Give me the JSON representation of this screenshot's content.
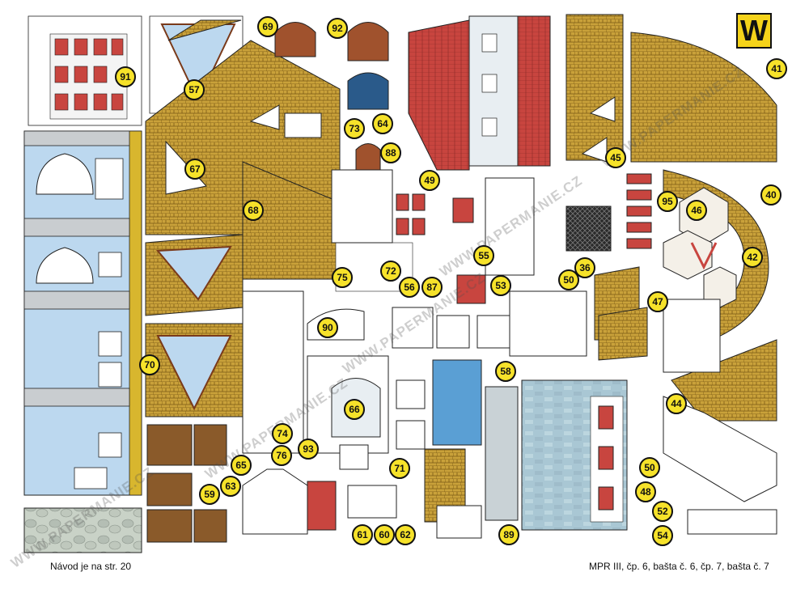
{
  "sheet": {
    "letter": "W",
    "caption_left": "Návod je na str. 20",
    "caption_right": "MPR III, čp. 6, bašta č. 6, čp. 7, bašta č. 7",
    "watermark": "WWW.PAPERMANIE.CZ"
  },
  "parts": [
    "91",
    "69",
    "92",
    "57",
    "64",
    "73",
    "88",
    "49",
    "41",
    "45",
    "40",
    "95",
    "46",
    "42",
    "67",
    "68",
    "75",
    "72",
    "56",
    "55",
    "87",
    "53",
    "36",
    "50",
    "47",
    "70",
    "90",
    "66",
    "93",
    "74",
    "76",
    "65",
    "63",
    "59",
    "71",
    "58",
    "44",
    "50",
    "48",
    "52",
    "54",
    "61",
    "60",
    "62",
    "89"
  ],
  "colors": {
    "roof": "#c9a13a",
    "roof_line": "#7a5a14",
    "wall": "#bcd8ef",
    "brick": "#c8453f",
    "badge": "#f6e22a"
  }
}
